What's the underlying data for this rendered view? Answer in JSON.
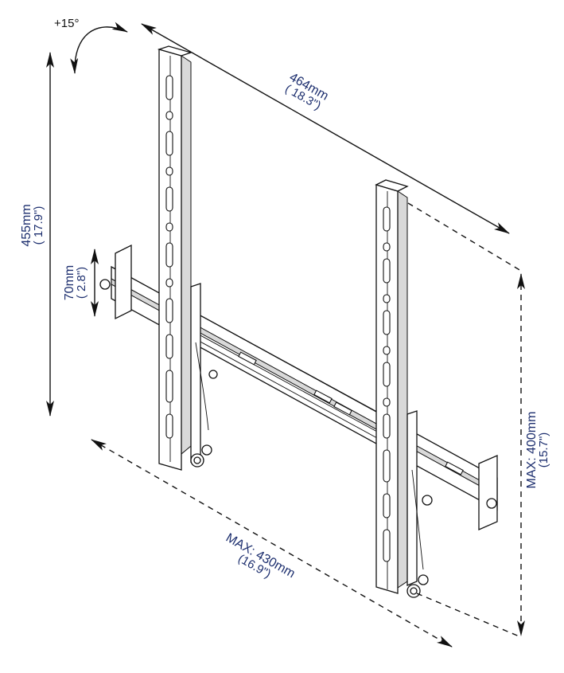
{
  "tilt": {
    "label": "+15°"
  },
  "width_dimension": {
    "label": "464mm",
    "sublabel": "( 18.3\")"
  },
  "height_dimension": {
    "label": "455mm",
    "sublabel": "( 17.9\")"
  },
  "adjust_dimension": {
    "label": "70mm",
    "sublabel": "( 2.8\")"
  },
  "max_vertical": {
    "label": "MAX: 400mm",
    "sublabel": "(15.7\")"
  },
  "max_horizontal": {
    "label": "MAX: 430mm",
    "sublabel": "(16.9\")"
  },
  "colors": {
    "dimension_text": "#1c2e6e",
    "line": "#111111",
    "shade": "#d9d9d9"
  }
}
